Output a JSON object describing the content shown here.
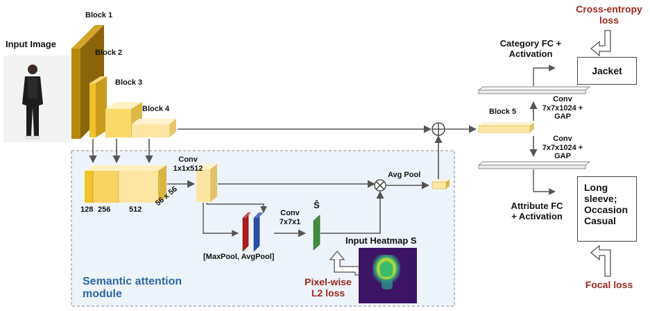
{
  "diagram": {
    "input_image_label": "Input Image",
    "blocks": {
      "block1": "Block 1",
      "block2": "Block 2",
      "block3": "Block 3",
      "block4": "Block 4",
      "block5": "Block 5"
    },
    "attention": {
      "conv_top_1": "Conv",
      "conv_top_2": "1x1x512",
      "ch_128": "128",
      "ch_256": "256",
      "ch_512": "512",
      "size": "56 x 56",
      "pool_label": "[MaxPool, AvgPool]",
      "conv_mid_1": "Conv",
      "conv_mid_2": "7x7x1",
      "s_hat": "Ŝ",
      "avg_pool": "Avg Pool",
      "heatmap_label": "Input Heatmap S",
      "module_line1": "Semantic attention",
      "module_line2": "module",
      "pixel_loss_1": "Pixel-wise",
      "pixel_loss_2": "L2 loss"
    },
    "right": {
      "cross_entropy_1": "Cross-entropy",
      "cross_entropy_2": "loss",
      "category_fc_1": "Category FC +",
      "category_fc_2": "Activation",
      "category_output": "Jacket",
      "conv_upper_1": "Conv",
      "conv_upper_2": "7x7x1024 +",
      "conv_upper_3": "GAP",
      "conv_lower_1": "Conv",
      "conv_lower_2": "7x7x1024 +",
      "conv_lower_3": "GAP",
      "attribute_fc_1": "Attribute FC",
      "attribute_fc_2": "+ Activation",
      "attribute_output_1": "Long",
      "attribute_output_2": "sleeve;",
      "attribute_output_3": "Occasion",
      "attribute_output_4": "Casual",
      "focal_loss": "Focal loss"
    },
    "colors": {
      "block1": "#b8860b",
      "block_light": "#fde9a8",
      "block_mid": "#f7c94a",
      "red_branch": "#b41a1a",
      "blue_branch": "#2a4fa8",
      "green_branch": "#3f8d3b",
      "loss_text": "#9c2a1e",
      "module_text": "#2d67a4"
    }
  }
}
